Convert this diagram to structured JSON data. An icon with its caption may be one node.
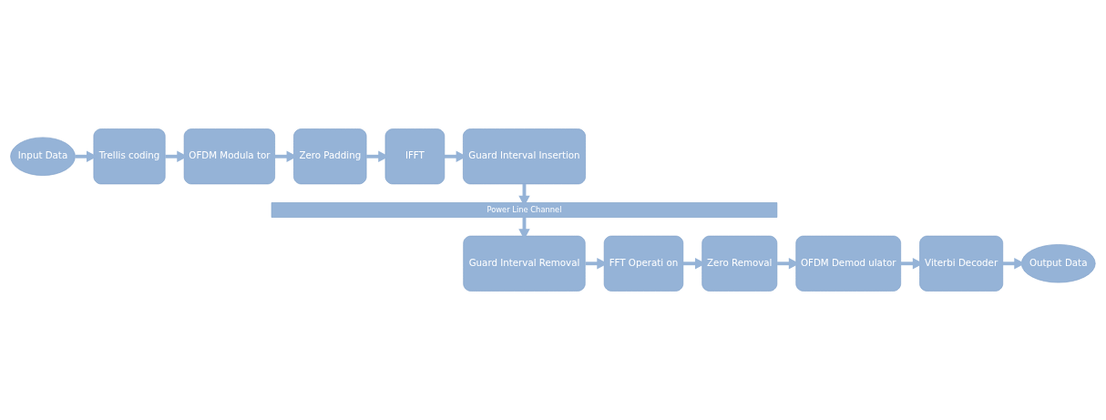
{
  "diagram": {
    "nodes": [
      {
        "text": [
          "Input Data"
        ]
      },
      {
        "text": [
          "Trellis coding"
        ]
      },
      {
        "text": [
          "OFDM Modula tor"
        ]
      },
      {
        "text": [
          "Zero Padding"
        ]
      },
      {
        "text": [
          "IFFT"
        ]
      },
      {
        "text": [
          "Guard Interval Insertion"
        ]
      },
      {
        "text": [
          "Power Line Channel"
        ]
      },
      {
        "text": [
          "Guard Interval Removal"
        ]
      },
      {
        "text": [
          "FFT Operati on"
        ]
      },
      {
        "text": [
          "Zero Removal"
        ]
      },
      {
        "text": [
          "OFDM Demod ulator"
        ]
      },
      {
        "text": [
          "Viterbi Decoder"
        ]
      },
      {
        "text": [
          "Output Data"
        ]
      }
    ],
    "edges": [
      {
        "from": 0,
        "to": 1,
        "arrow": "to"
      },
      {
        "from": 1,
        "to": 2,
        "arrow": "to"
      },
      {
        "from": 2,
        "to": 3,
        "arrow": "to"
      },
      {
        "from": 3,
        "to": 4,
        "arrow": "to"
      },
      {
        "from": 4,
        "to": 5,
        "arrow": "to"
      },
      {
        "from": 5,
        "to": 6,
        "arrow": "to"
      },
      {
        "from": 6,
        "to": 7,
        "arrow": "to"
      },
      {
        "from": 7,
        "to": 8,
        "arrow": "to"
      },
      {
        "from": 8,
        "to": 9,
        "arrow": "to"
      },
      {
        "from": 9,
        "to": 10,
        "arrow": "to"
      },
      {
        "from": 10,
        "to": 11,
        "arrow": "to"
      },
      {
        "from": 11,
        "to": 12,
        "arrow": "to"
      }
    ]
  }
}
